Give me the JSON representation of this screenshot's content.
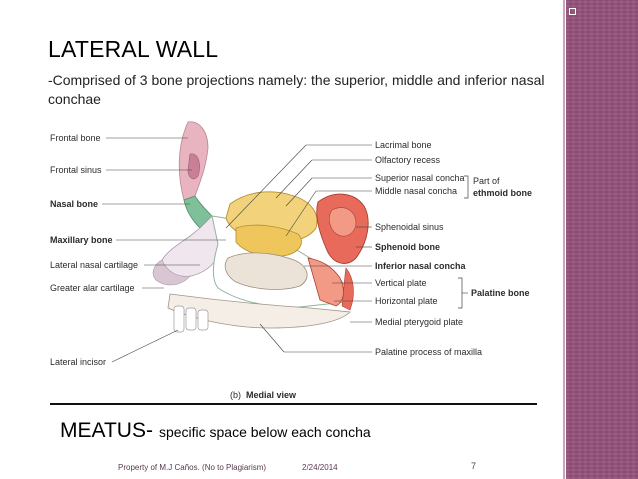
{
  "slide": {
    "title": "LATERAL WALL",
    "subtitle": "-Comprised of 3 bone projections namely: the superior, middle and inferior nasal conchae",
    "meatus_term": "MEATUS-",
    "meatus_definition": "specific space below each concha",
    "footer_owner": "Property of M.J Caños. (No to Plagiarism)",
    "footer_date": "2/24/2014",
    "page_number": "7"
  },
  "figure": {
    "caption_prefix": "(b)",
    "caption": "Medial view",
    "left_labels": [
      "Frontal bone",
      "Frontal sinus",
      "Nasal bone",
      "Maxillary bone",
      "Lateral nasal cartilage",
      "Greater alar cartilage",
      "Lateral incisor"
    ],
    "right_labels": [
      "Lacrimal bone",
      "Olfactory recess",
      "Superior nasal concha",
      "Middle nasal concha",
      "Sphenoidal sinus",
      "Sphenoid bone",
      "Inferior nasal concha",
      "Vertical plate",
      "Horizontal plate",
      "Medial pterygoid plate",
      "Palatine process of maxilla"
    ],
    "ethmoid_group": [
      "Part of",
      "ethmoid bone"
    ],
    "palatine_group": "Palatine bone"
  },
  "colors": {
    "side_band": "#94517a",
    "frontal_bone": "#e8b4bf",
    "nasal_bone": "#7fbf9a",
    "maxilla": "#ffffff",
    "ethmoid_conchae": "#f2d27a",
    "inferior_concha": "#ece3d8",
    "sphenoid": "#e86a5a",
    "palatine": "#f29a86",
    "cartilage": "#d9c6d3"
  }
}
